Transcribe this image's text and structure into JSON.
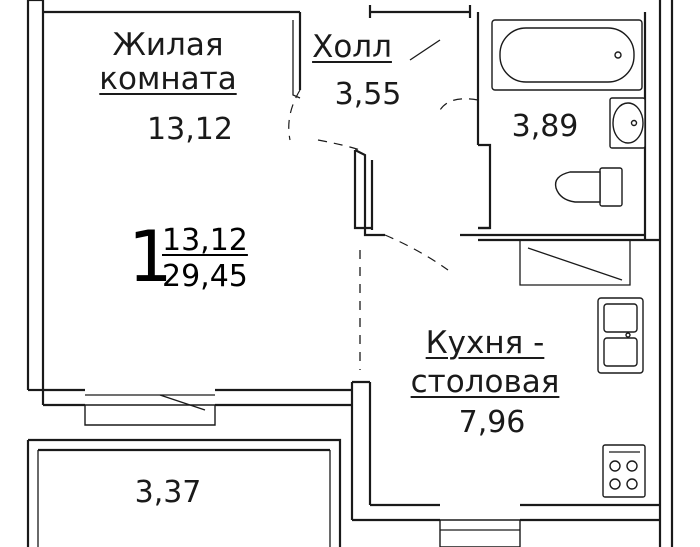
{
  "plan": {
    "rooms": [
      {
        "name_lines": [
          "Жилая",
          "комната"
        ],
        "area": "13,12"
      },
      {
        "name_lines": [
          "Холл"
        ],
        "area": "3,55"
      },
      {
        "name_lines": [],
        "area": "3,89"
      },
      {
        "name_lines": [
          "Кухня -",
          "столовая"
        ],
        "area": "7,96"
      },
      {
        "name_lines": [],
        "area": "3,37"
      }
    ],
    "summary": {
      "rooms_count": "1",
      "living_area": "13,12",
      "total_area": "29,45"
    }
  }
}
